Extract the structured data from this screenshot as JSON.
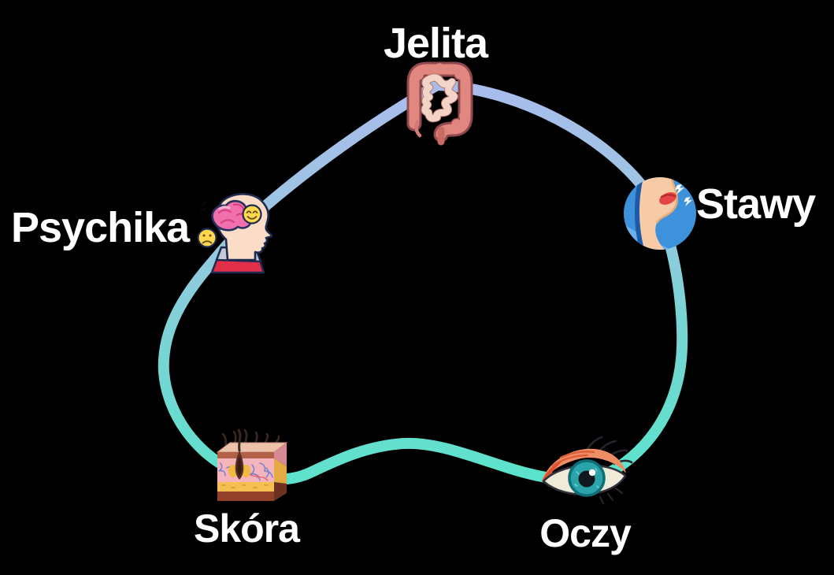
{
  "background_color": "#000000",
  "diagram": {
    "type": "cycle",
    "loop": {
      "color_top": "#a9bcec",
      "color_bottom": "#5be3cb",
      "stroke_width": 14
    },
    "label_color": "#ffffff",
    "nodes": [
      {
        "id": "jelita",
        "label": "Jelita",
        "icon": "intestines-icon"
      },
      {
        "id": "stawy",
        "label": "Stawy",
        "icon": "joint-pain-icon"
      },
      {
        "id": "psychika",
        "label": "Psychika",
        "icon": "head-brain-emotions-icon"
      },
      {
        "id": "skora",
        "label": "Skóra",
        "icon": "skin-cross-section-icon"
      },
      {
        "id": "oczy",
        "label": "Oczy",
        "icon": "eye-icon"
      }
    ]
  }
}
